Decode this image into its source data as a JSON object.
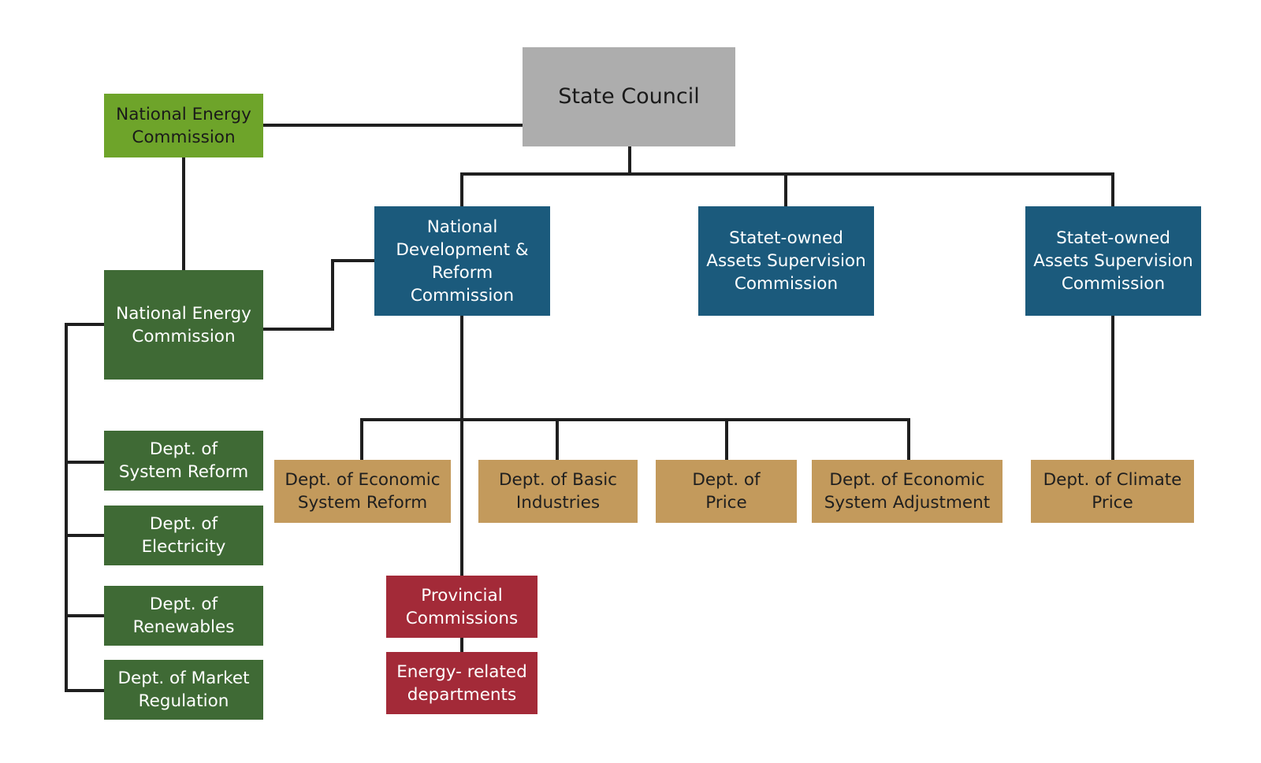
{
  "colors": {
    "state_council": "#adadad",
    "energy_commission_top": "#6ea42a",
    "energy_commission": "#3f6a35",
    "commission_blue": "#1b5a7c",
    "department_tan": "#c39a5c",
    "provincial_red": "#a32a38",
    "connector": "#1f1f1f"
  },
  "nodes": {
    "state_council": "State Council",
    "national_energy_commission_top": "National Energy\nCommission",
    "national_energy_commission": "National Energy\nCommission",
    "ndrc": "National\nDevelopment &\nReform\nCommission",
    "sasac_1": "Statet-owned\nAssets Supervision\nCommission",
    "sasac_2": "Statet-owned\nAssets Supervision\nCommission",
    "dept_system_reform": "Dept. of\nSystem Reform",
    "dept_electricity": "Dept. of\nElectricity",
    "dept_renewables": "Dept. of\nRenewables",
    "dept_market_regulation": "Dept. of Market\nRegulation",
    "dept_economic_system_reform": "Dept. of Economic\nSystem Reform",
    "dept_basic_industries": "Dept. of Basic\nIndustries",
    "dept_price": "Dept. of\nPrice",
    "dept_economic_system_adjustment": "Dept. of Economic\nSystem Adjustment",
    "dept_climate_price": "Dept. of Climate\nPrice",
    "provincial_commissions": "Provincial\nCommissions",
    "energy_related_departments": "Energy- related\ndepartments"
  }
}
